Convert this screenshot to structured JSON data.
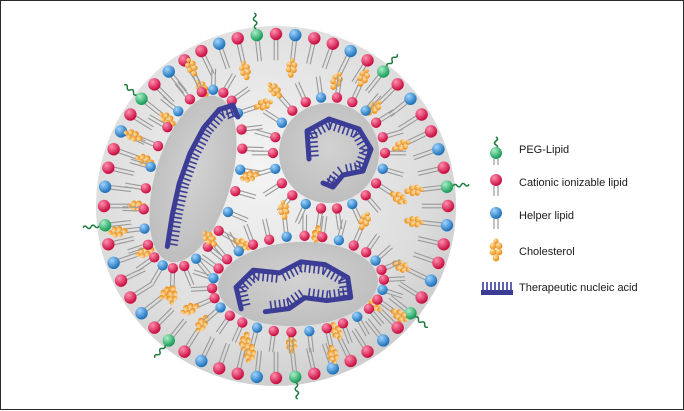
{
  "legend": {
    "items": [
      {
        "label": "PEG-Lipid",
        "icon": "peg-lipid-icon",
        "color": "#2bb673"
      },
      {
        "label": "Cationic ionizable lipid",
        "icon": "cationic-lipid-icon",
        "color": "#e8114f"
      },
      {
        "label": "Helper lipid",
        "icon": "helper-lipid-icon",
        "color": "#2d8fd6"
      },
      {
        "label": "Cholesterol",
        "icon": "cholesterol-icon",
        "color": "#f4a233"
      },
      {
        "label": "Therapeutic nucleic acid",
        "icon": "nucleic-acid-icon",
        "color": "#3b3c96"
      }
    ]
  },
  "colors": {
    "peg": "#2bb673",
    "cationic": "#e8114f",
    "helper": "#2d8fd6",
    "cholesterol": "#f4a233",
    "nucleic_acid": "#3b3c96",
    "peg_chain": "#1e7b3c",
    "tail": "#9a9a9a",
    "core": "#d9d9d9"
  }
}
